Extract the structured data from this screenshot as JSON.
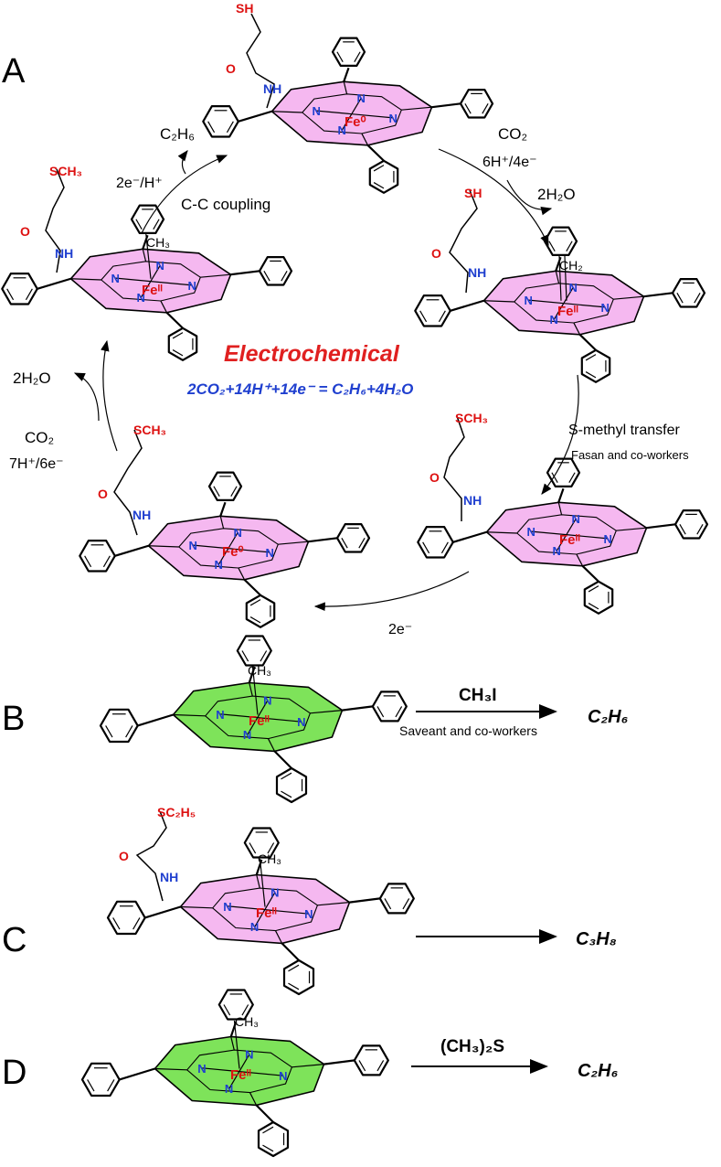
{
  "panels": {
    "a": "A",
    "b": "B",
    "c": "C",
    "d": "D"
  },
  "cycle": {
    "title": "Electrochemical",
    "equation": "2CO₂+14H⁺+14e⁻ = C₂H₆+4H₂O",
    "steps": {
      "coupling_product": "C₂H₆",
      "coupling_reagent": "2e⁻/H⁺",
      "coupling_label": "C-C coupling",
      "co2_top_reactant": "CO₂",
      "co2_top_reagent": "6H⁺/4e⁻",
      "co2_top_product": "2H₂O",
      "methyl_transfer_label": "S-methyl transfer",
      "methyl_transfer_credit": "Fasan and co-workers",
      "reduction_label": "2e⁻",
      "co2_left_reactant": "CO₂",
      "co2_left_reagent": "7H⁺/6e⁻",
      "co2_left_product": "2H₂O"
    },
    "species": {
      "sh": "SH",
      "sch3": "SCH₃",
      "ch3": "CH₃",
      "ch2": "CH₂",
      "fe0": "Fe⁰",
      "fe2": "Feᴵᴵ",
      "nh": "NH",
      "n": "N",
      "o": "O"
    }
  },
  "panel_b": {
    "reagent": "CH₃I",
    "credit": "Saveant and co-workers",
    "product": "C₂H₆",
    "ligand": "CH₃",
    "metal": "Feᴵᴵ"
  },
  "panel_c": {
    "tail": "SC₂H₅",
    "ligand": "CH₃",
    "metal": "Feᴵᴵ",
    "product": "C₃H₈"
  },
  "panel_d": {
    "reagent": "(CH₃)₂S",
    "ligand": "CH₃",
    "metal": "Feᴵᴵ",
    "product": "C₂H₆"
  },
  "colors": {
    "porphyrin_pink": "#f5b8f0",
    "porphyrin_green": "#7ee35a",
    "heteroatom_red": "#d11",
    "nitrogen_blue": "#1f3fcf",
    "equation_blue": "#1f3fcf"
  }
}
